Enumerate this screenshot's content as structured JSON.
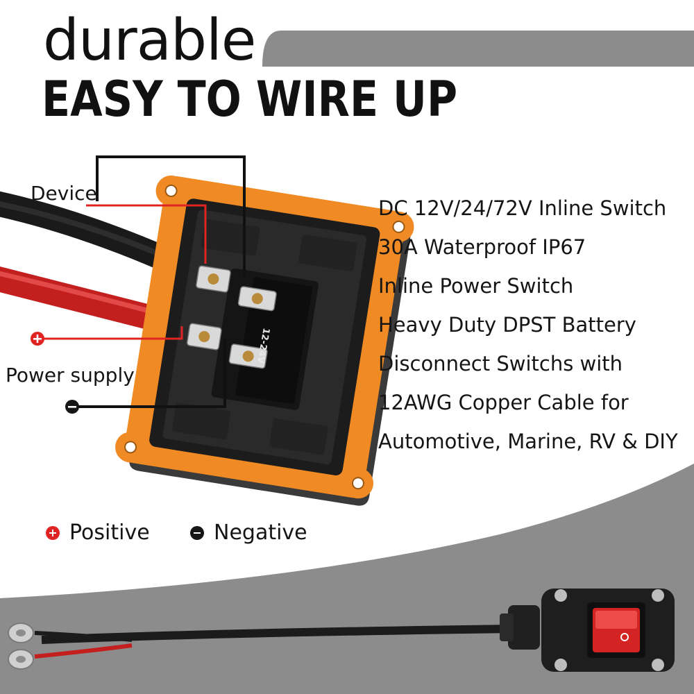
{
  "headline": {
    "word": "durable",
    "tagline": "EASY TO WIRE UP"
  },
  "wiring_labels": {
    "device": "Device",
    "power_supply": "Power supply",
    "switch_marking": "12-24V"
  },
  "description_lines": [
    "DC 12V/24/72V Inline Switch",
    "30A Waterproof IP67",
    "Inline Power Switch",
    "Heavy Duty DPST Battery",
    "Disconnect Switchs with",
    "12AWG Copper Cable for",
    "Automotive, Marine, RV & DIY"
  ],
  "legend": {
    "positive": "Positive",
    "negative": "Negative"
  },
  "colors": {
    "housing": "#f08a24",
    "positive": "#e02424",
    "negative": "#161616",
    "swoosh_gray": "#8c8c8c"
  },
  "icons": [
    "plus-circle-icon",
    "minus-circle-icon",
    "rocker-switch-icon",
    "ring-terminal-icon"
  ]
}
